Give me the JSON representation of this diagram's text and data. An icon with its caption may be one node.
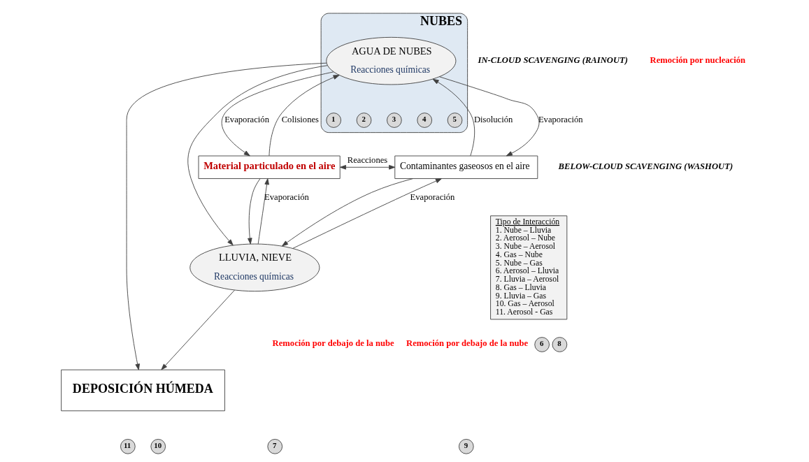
{
  "diagram": {
    "nodes": [
      {
        "text": [
          "NUBES"
        ]
      },
      {
        "text": [
          "AGUA DE NUBES",
          "Reacciones químicas"
        ],
        "in": 0
      },
      {
        "text": [
          "Material particulado en el aire"
        ]
      },
      {
        "text": [
          "Contaminantes gaseosos en el aire"
        ]
      },
      {
        "text": [
          "LLUVIA, NIEVE",
          "Reacciones químicas"
        ]
      },
      {
        "text": [
          "DEPOSICIÓN HÚMEDA"
        ]
      },
      {
        "text": [
          "Tipo de Interacción",
          "1. Nube – Lluvia",
          "2. Aerosol – Nube",
          "3. Nube – Aerosol",
          "4. Gas – Nube",
          "5. Nube – Gas",
          "6. Aerosol – Lluvia",
          "7. Lluvia – Aerosol",
          "8. Gas – Lluvia",
          "9. Lluvia – Gas",
          "10. Gas – Aerosol",
          "11. Aerosol - Gas"
        ]
      },
      {
        "text": [
          "1"
        ],
        "in": 0
      },
      {
        "text": [
          "2"
        ],
        "in": 0
      },
      {
        "text": [
          "3"
        ],
        "in": 0
      },
      {
        "text": [
          "4"
        ],
        "in": 0
      },
      {
        "text": [
          "5"
        ],
        "in": 0
      },
      {
        "text": [
          "6"
        ]
      },
      {
        "text": [
          "7"
        ]
      },
      {
        "text": [
          "8"
        ]
      },
      {
        "text": [
          "9"
        ]
      },
      {
        "text": [
          "10"
        ]
      },
      {
        "text": [
          "11"
        ]
      }
    ],
    "edges": [
      {
        "from": 2,
        "to": 1,
        "arrow": "to",
        "label": "Colisiones"
      },
      {
        "from": 1,
        "to": 2,
        "arrow": "to",
        "label": "Evaporación"
      },
      {
        "from": 1,
        "to": 4,
        "arrow": "to"
      },
      {
        "from": 1,
        "to": 3,
        "arrow": "to",
        "label": "Evaporación"
      },
      {
        "from": 3,
        "to": 1,
        "arrow": "to",
        "label": "Disolución"
      },
      {
        "from": 2,
        "to": 3,
        "arrow": "both",
        "label": "Reacciones"
      },
      {
        "from": 2,
        "to": 4,
        "arrow": "to"
      },
      {
        "from": 4,
        "to": 2,
        "arrow": "to",
        "label": "Evaporación"
      },
      {
        "from": 3,
        "to": 4,
        "arrow": "to"
      },
      {
        "from": 4,
        "to": 3,
        "arrow": "to",
        "label": "Evaporación"
      },
      {
        "from": 4,
        "to": 5,
        "arrow": "to"
      },
      {
        "from": 1,
        "to": 5,
        "arrow": "to"
      }
    ],
    "labels": [
      "IN-CLOUD SCAVENGING (RAINOUT)",
      "Remoción por nucleación",
      "BELOW-CLOUD SCAVENGING (WASHOUT)",
      "Remoción por debajo de la nube",
      "Remoción por debajo de la nube"
    ]
  }
}
